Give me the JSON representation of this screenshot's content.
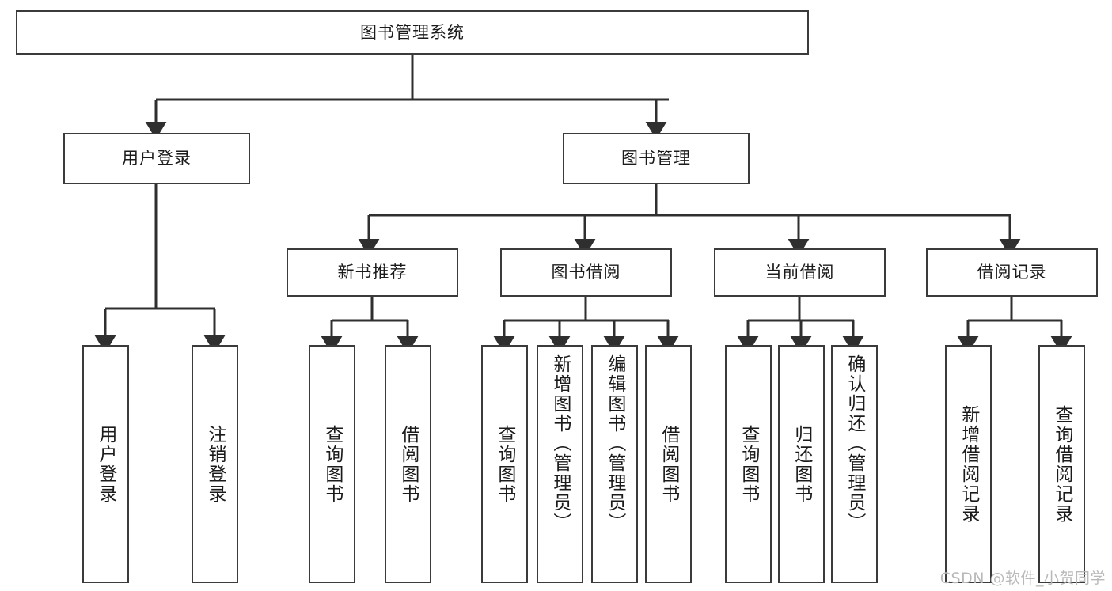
{
  "diagram": {
    "title": "图书管理系统",
    "type": "hierarchy-tree",
    "watermark": "CSDN @软件_小贺同学",
    "colors": {
      "background": "#ffffff",
      "box_border": "#3b3b3b",
      "connector": "#2f2f2f",
      "text": "#1b1b1b",
      "watermark": "#b9b9b9"
    },
    "root": {
      "label": "图书管理系统"
    },
    "level2": [
      {
        "label": "用户登录"
      },
      {
        "label": "图书管理"
      }
    ],
    "level3": [
      {
        "label": "新书推荐"
      },
      {
        "label": "图书借阅"
      },
      {
        "label": "当前借阅"
      },
      {
        "label": "借阅记录"
      }
    ],
    "leaves": {
      "user_login": [
        {
          "label": "用户登录"
        },
        {
          "label": "注销登录"
        }
      ],
      "new_book_recommend": [
        {
          "label": "查询图书"
        },
        {
          "label": "借阅图书"
        }
      ],
      "book_borrow": [
        {
          "label": "查询图书"
        },
        {
          "label": "新增图书（管理员）"
        },
        {
          "label": "编辑图书（管理员）"
        },
        {
          "label": "借阅图书"
        }
      ],
      "current_borrow": [
        {
          "label": "查询图书"
        },
        {
          "label": "归还图书"
        },
        {
          "label": "确认归还（管理员）"
        }
      ],
      "borrow_records": [
        {
          "label": "新增借阅记录"
        },
        {
          "label": "查询借阅记录"
        }
      ]
    }
  }
}
